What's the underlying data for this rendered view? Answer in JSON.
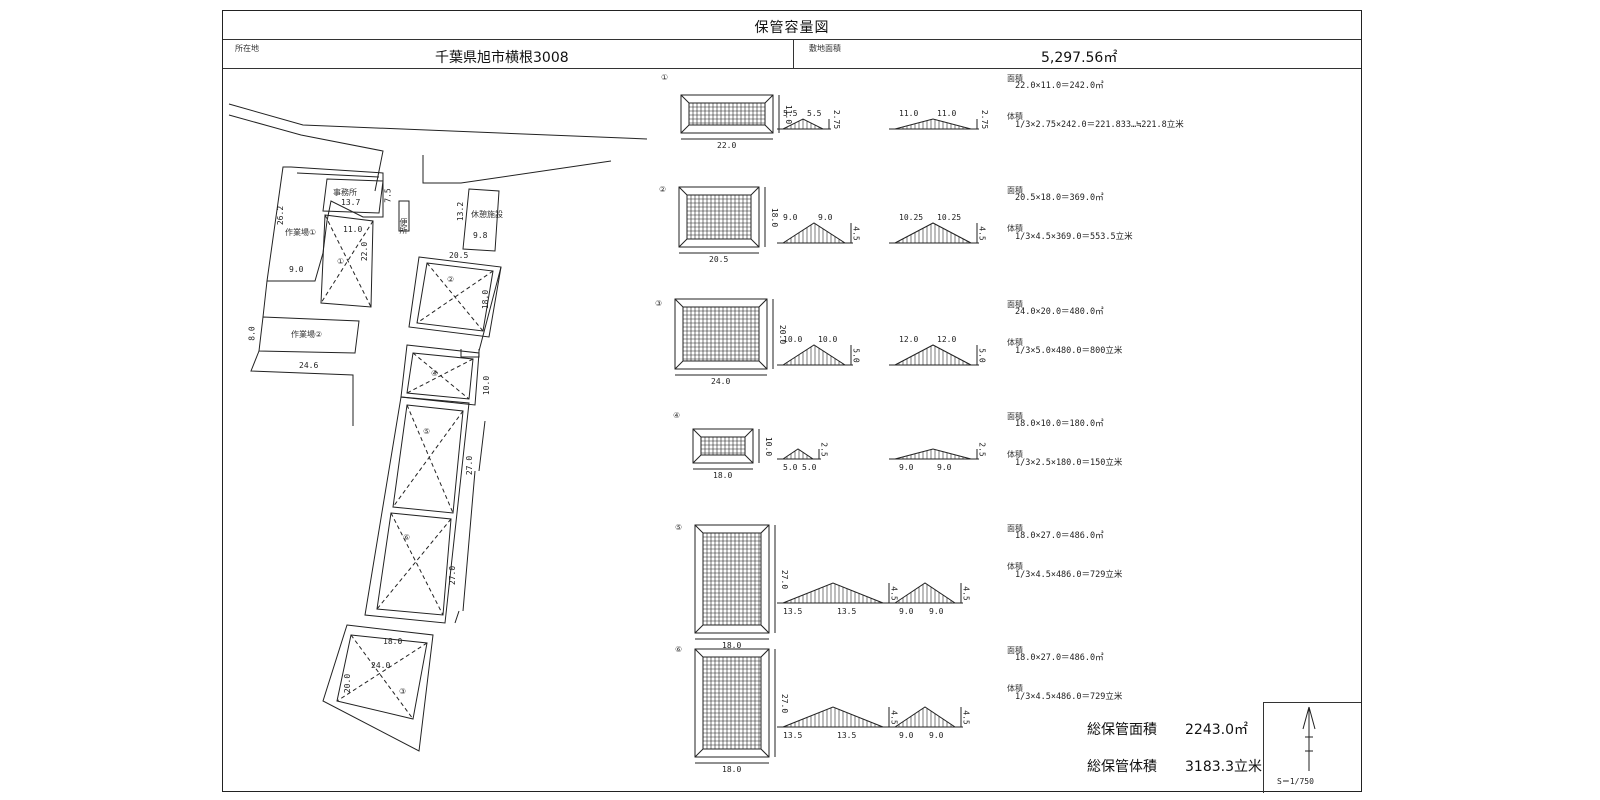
{
  "header": {
    "title": "保管容量図",
    "location_label": "所在地",
    "location_value": "千葉県旭市横根3008",
    "site_area_label": "敷地面積",
    "site_area_value": "5,297.56㎡"
  },
  "site_plan": {
    "office": "事務所",
    "toilet": "便所",
    "rest_facility": "休憩施設",
    "workshop1": "作業場①",
    "workshop2": "作業場②",
    "dims": [
      "26.2",
      "13.7",
      "7.5",
      "11.0",
      "22.0",
      "9.0",
      "13.2",
      "9.8",
      "20.5",
      "18.0",
      "8.0",
      "24.6",
      "10.0",
      "27.0",
      "27.0",
      "18.0",
      "24.0",
      "20.0"
    ],
    "markers": [
      "①",
      "②",
      "④",
      "⑤",
      "⑥",
      "③"
    ]
  },
  "piles": [
    {
      "id": "①",
      "w": "22.0",
      "h": "11.0",
      "s1": [
        "5.5",
        "5.5"
      ],
      "s1h": "2.75",
      "s2": [
        "11.0",
        "11.0"
      ],
      "s2h": "2.75",
      "area_label": "面積",
      "area_calc": "22.0×11.0＝242.0㎡",
      "vol_label": "体積",
      "vol_calc": "1/3×2.75×242.0＝221.833…≒221.8立米"
    },
    {
      "id": "②",
      "w": "20.5",
      "h": "18.0",
      "s1": [
        "9.0",
        "9.0"
      ],
      "s1h": "4.5",
      "s2": [
        "10.25",
        "10.25"
      ],
      "s2h": "4.5",
      "area_label": "面積",
      "area_calc": "20.5×18.0＝369.0㎡",
      "vol_label": "体積",
      "vol_calc": "1/3×4.5×369.0＝553.5立米"
    },
    {
      "id": "③",
      "w": "24.0",
      "h": "20.0",
      "s1": [
        "10.0",
        "10.0"
      ],
      "s1h": "5.0",
      "s2": [
        "12.0",
        "12.0"
      ],
      "s2h": "5.0",
      "area_label": "面積",
      "area_calc": "24.0×20.0＝480.0㎡",
      "vol_label": "体積",
      "vol_calc": "1/3×5.0×480.0＝800立米"
    },
    {
      "id": "④",
      "w": "18.0",
      "h": "10.0",
      "s1": [
        "5.0",
        "5.0"
      ],
      "s1h": "2.5",
      "s2": [
        "9.0",
        "9.0"
      ],
      "s2h": "2.5",
      "area_label": "面積",
      "area_calc": "18.0×10.0＝180.0㎡",
      "vol_label": "体積",
      "vol_calc": "1/3×2.5×180.0＝150立米"
    },
    {
      "id": "⑤",
      "w": "18.0",
      "h": "27.0",
      "s1": [
        "13.5",
        "13.5"
      ],
      "s1h": "4.5",
      "s2": [
        "9.0",
        "9.0"
      ],
      "s2h": "4.5",
      "area_label": "面積",
      "area_calc": "18.0×27.0＝486.0㎡",
      "vol_label": "体積",
      "vol_calc": "1/3×4.5×486.0＝729立米"
    },
    {
      "id": "⑥",
      "w": "18.0",
      "h": "27.0",
      "s1": [
        "13.5",
        "13.5"
      ],
      "s1h": "4.5",
      "s2": [
        "9.0",
        "9.0"
      ],
      "s2h": "4.5",
      "area_label": "面積",
      "area_calc": "18.0×27.0＝486.0㎡",
      "vol_label": "体積",
      "vol_calc": "1/3×4.5×486.0＝729立米"
    }
  ],
  "totals": {
    "area_label": "総保管面積",
    "area_value": "2243.0㎡",
    "volume_label": "総保管体積",
    "volume_value": "3183.3立米"
  },
  "scale": "S＝1/750"
}
